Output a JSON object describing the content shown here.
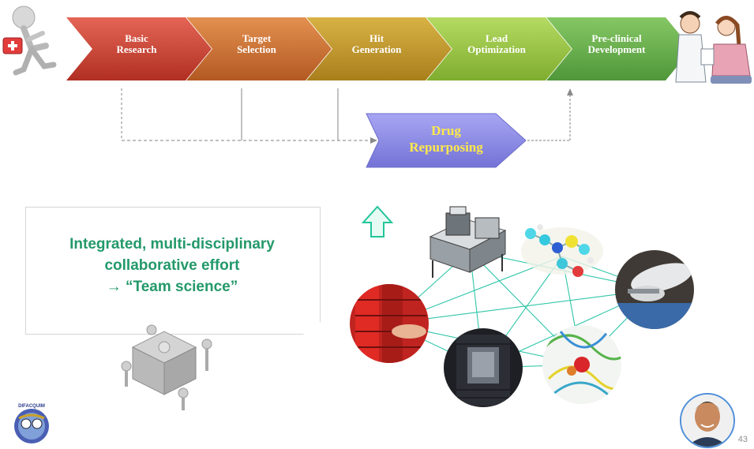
{
  "pipeline": {
    "steps": [
      {
        "line1": "Basic",
        "line2": "Research"
      },
      {
        "line1": "Target",
        "line2": "Selection"
      },
      {
        "line1": "Hit",
        "line2": "Generation"
      },
      {
        "line1": "Lead",
        "line2": "Optimization"
      },
      {
        "line1": "Pre-clinical",
        "line2": "Development"
      }
    ]
  },
  "repurposing": {
    "line1": "Drug",
    "line2": "Repurposing"
  },
  "callout": {
    "line1": "Integrated, multi-disciplinary",
    "line2": "collaborative effort",
    "line3": "→ “Team science”"
  },
  "logo": {
    "text": "DIFACQUIM"
  },
  "slide_number": "43",
  "colors": {
    "chevron_1": "#c23a2d",
    "chevron_2": "#c76a2a",
    "chevron_3": "#b99023",
    "chevron_4": "#93bf3e",
    "chevron_5": "#63a947",
    "repurposing": "#8b8ae6",
    "repurposing_text": "#ffe94a",
    "callout_text": "#23996a",
    "network_lines": "#2fc6a8"
  },
  "icons": [
    "running-man-icon",
    "doctor-patient-icon",
    "up-arrow-icon",
    "puzzle-icon",
    "lab-robot-icon",
    "molecule-icon",
    "gloved-hand-icon",
    "server-rack-icon",
    "protein-structure-icon",
    "sample-racks-icon",
    "presenter-avatar-icon",
    "logo-icon"
  ]
}
